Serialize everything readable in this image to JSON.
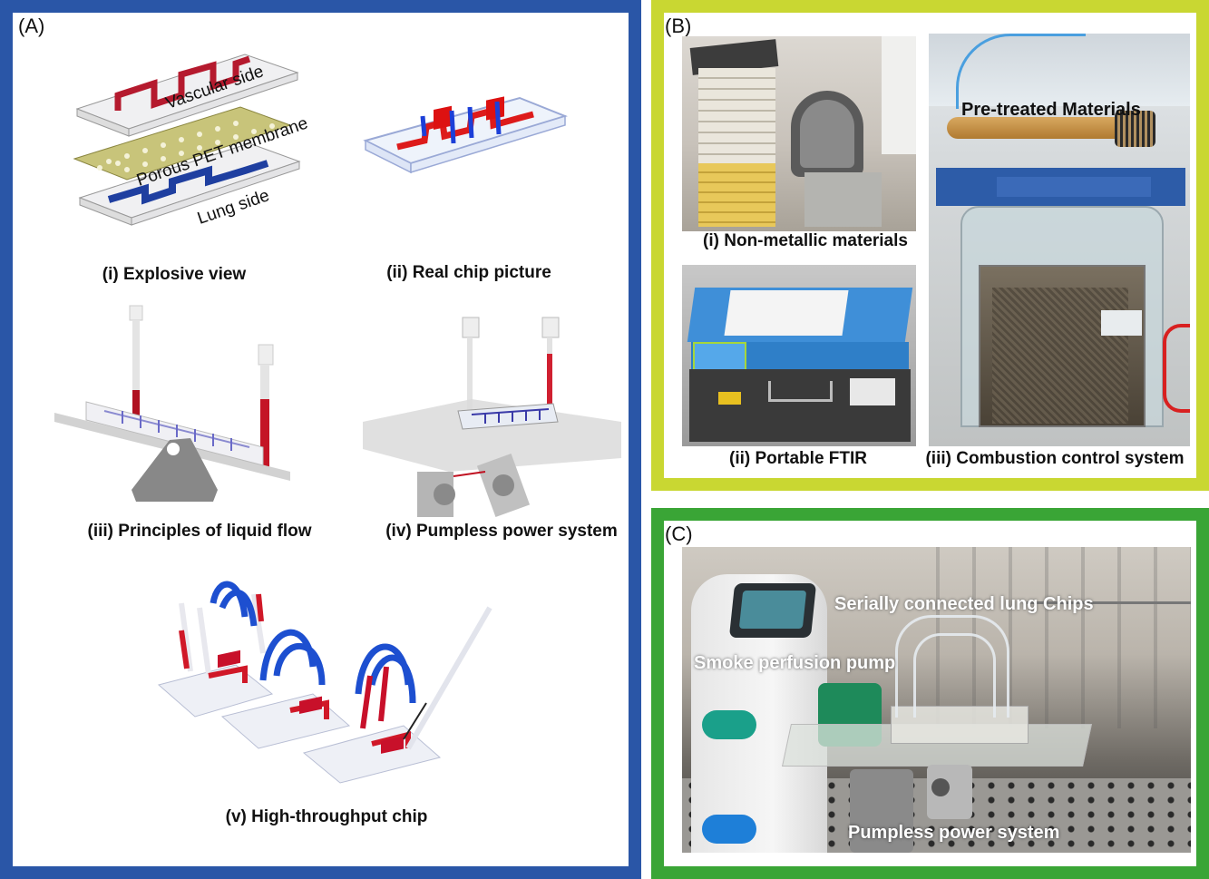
{
  "panel_a": {
    "label": "(A)",
    "layer_labels": {
      "vascular": "Vascular side",
      "membrane": "Porous PET membrane",
      "lung": "Lung side"
    },
    "captions": {
      "explosive": "(i) Explosive view",
      "real_chip": "(ii) Real chip picture",
      "liquid_flow": "(iii) Principles of liquid flow",
      "pumpless": "(iv) Pumpless power system",
      "high_throughput": "(v) High-throughput chip"
    }
  },
  "panel_b": {
    "label": "(B)",
    "overlay": "Pre-treated Materials",
    "captions": {
      "non_metallic": "(i) Non-metallic materials",
      "ftir": "(ii) Portable FTIR",
      "combustion": "(iii)  Combustion control system"
    }
  },
  "panel_c": {
    "label": "(C)",
    "overlays": {
      "chips": "Serially connected lung Chips",
      "pump": "Smoke perfusion pump",
      "power": "Pumpless power system"
    }
  },
  "colors": {
    "panel_a_border": "#2a56a7",
    "panel_b_border": "#c9d732",
    "panel_c_border": "#3aa536",
    "vascular_red": "#d22030",
    "lung_blue": "#1f3fa0"
  }
}
